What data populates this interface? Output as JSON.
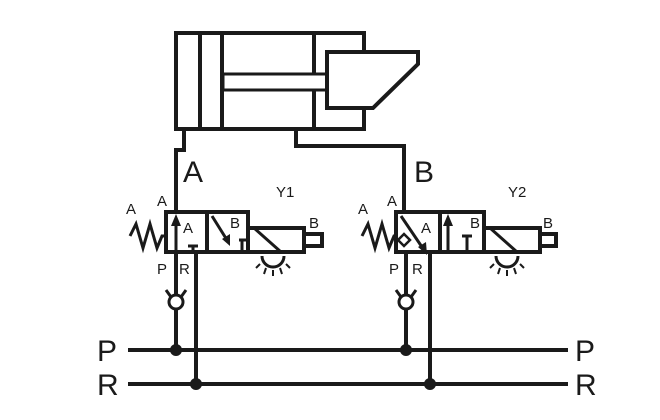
{
  "labels": {
    "port_a": "A",
    "port_b": "B",
    "valve1_name": "Y1",
    "valve2_name": "Y2",
    "pilot_a": "A",
    "pilot_b": "B",
    "port_top": "A",
    "port_p": "P",
    "port_r": "R",
    "pos_a": "A",
    "pos_b": "B",
    "line_p": "P",
    "line_r": "R"
  }
}
